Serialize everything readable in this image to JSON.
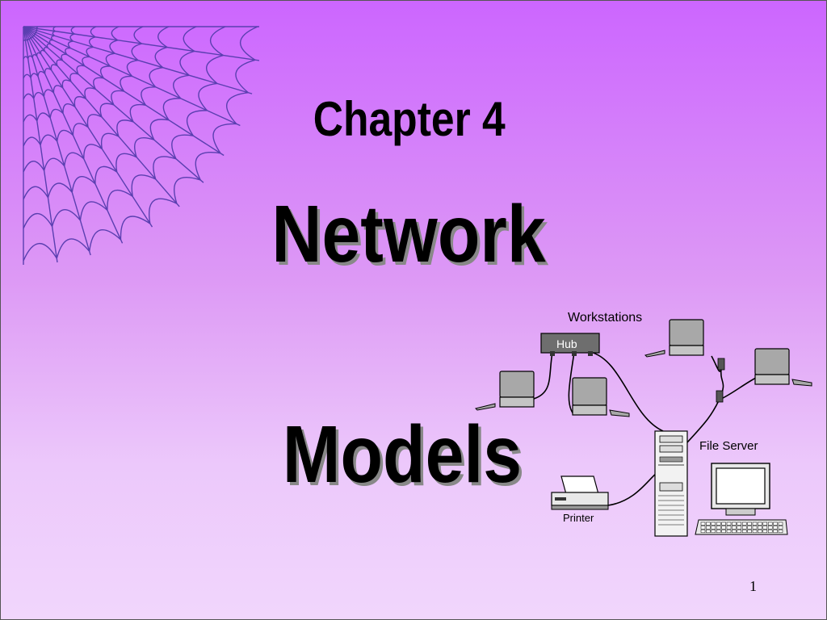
{
  "slide": {
    "subtitle": "Chapter 4",
    "title_line1": "Network",
    "title_line2": "Models",
    "page_number": "1"
  },
  "diagram": {
    "workstations_label": "Workstations",
    "hub_label": "Hub",
    "file_server_label": "File Server",
    "printer_label": "Printer"
  },
  "colors": {
    "background_top": "#cc66ff",
    "background_bottom": "#f1d6fc",
    "web_lines": "#5a3fb0",
    "device_gray": "#a8a8a8",
    "device_dark": "#6e6e6e"
  },
  "icons": [
    "spider-web-icon",
    "hub-icon",
    "workstation-icon",
    "file-server-icon",
    "printer-icon",
    "monitor-icon",
    "keyboard-icon"
  ]
}
